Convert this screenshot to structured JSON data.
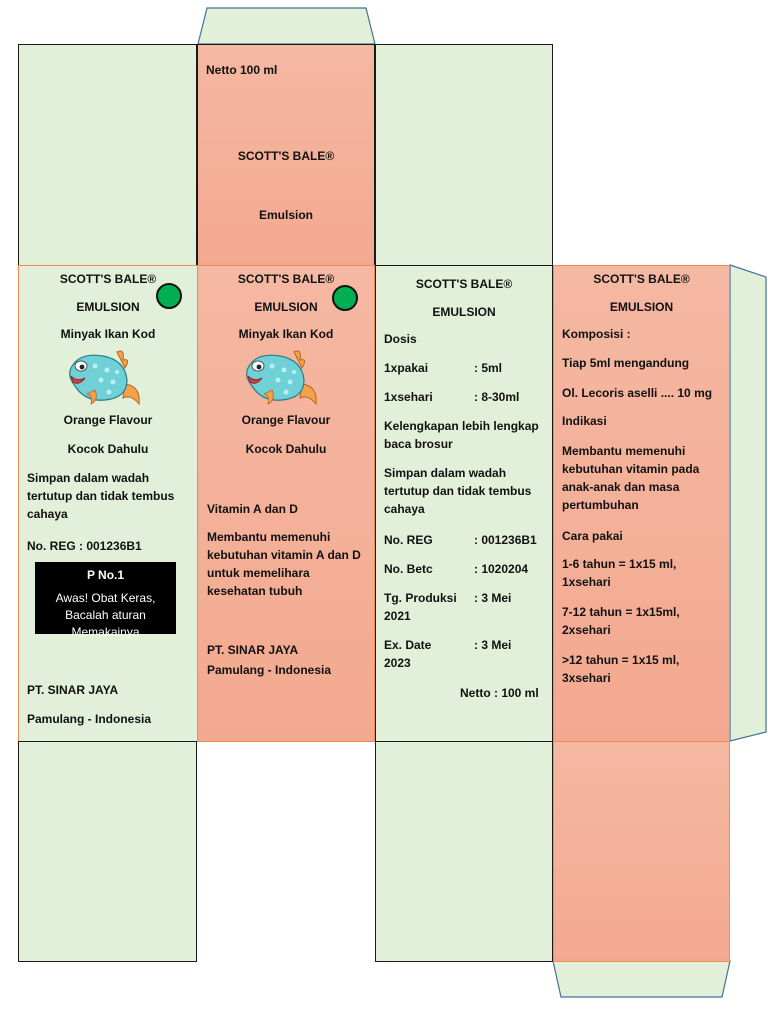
{
  "top_flap": {
    "netto": "Netto 100 ml",
    "brand": "SCOTT'S BALE®",
    "form": "Emulsion"
  },
  "panel1": {
    "brand": "SCOTT'S BALE®",
    "form": "EMULSION",
    "subtitle": "Minyak Ikan Kod",
    "flavour": "Orange Flavour",
    "shake": "Kocok Dahulu",
    "storage": "Simpan dalam wadah tertutup dan tidak tembus cahaya",
    "reg": "No. REG : 001236B1",
    "warning": {
      "title": "P No.1",
      "line1": "Awas! Obat Keras,",
      "line2": "Bacalah aturan",
      "line3": "Memakainya"
    },
    "company": "PT. SINAR JAYA",
    "location": "Pamulang - Indonesia"
  },
  "panel2": {
    "brand": "SCOTT'S BALE®",
    "form": "EMULSION",
    "subtitle": "Minyak Ikan Kod",
    "flavour": "Orange Flavour",
    "shake": "Kocok Dahulu",
    "vitamin": "Vitamin A dan D",
    "benefit": "Membantu memenuhi kebutuhan vitamin A dan D untuk memelihara kesehatan tubuh",
    "company": "PT. SINAR JAYA",
    "location": "Pamulang - Indonesia"
  },
  "panel3": {
    "brand": "SCOTT'S BALE®",
    "form": "EMULSION",
    "dosis": "Dosis",
    "dose1_label": "1xpakai",
    "dose1_value": ": 5ml",
    "dose2_label": "1xsehari",
    "dose2_value": ": 8-30ml",
    "brochure": "Kelengkapan lebih lengkap baca brosur",
    "storage": "Simpan dalam wadah tertutup dan tidak tembus cahaya",
    "reg_label": "No. REG",
    "reg_value": ": 001236B1",
    "batch_label": "No. Betc",
    "batch_value": ": 1020204",
    "prod_label": "Tg. Produksi",
    "prod_value": ": 3 Mei",
    "prod_year": "2021",
    "exp_label": "Ex. Date",
    "exp_value": ": 3 Mei",
    "exp_year": "2023",
    "netto": "Netto : 100 ml"
  },
  "panel4": {
    "brand": "SCOTT'S BALE®",
    "form": "EMULSION",
    "komposisi": "Komposisi :",
    "per_dose": "Tiap 5ml mengandung",
    "ingredient": "Ol. Lecoris aselli .... 10 mg",
    "indikasi": "Indikasi",
    "indication_text": "Membantu memenuhi kebutuhan vitamin pada anak-anak dan masa pertumbuhan",
    "cara": "Cara pakai",
    "use1a": "1-6 tahun  = 1x15 ml,",
    "use1b": "1xsehari",
    "use2a": "7-12 tahun = 1x15ml,",
    "use2b": "2xsehari",
    "use3a": ">12 tahun   = 1x15 ml,",
    "use3b": "3xsehari"
  },
  "colors": {
    "panel_green": "#e2efd9",
    "panel_salmon": "#f4b09a",
    "status_dot": "#00b050",
    "warning_box": "#000000",
    "panel_border": "#ed8b55"
  },
  "icons": [
    "fish-mascot-icon",
    "green-dot-icon"
  ]
}
